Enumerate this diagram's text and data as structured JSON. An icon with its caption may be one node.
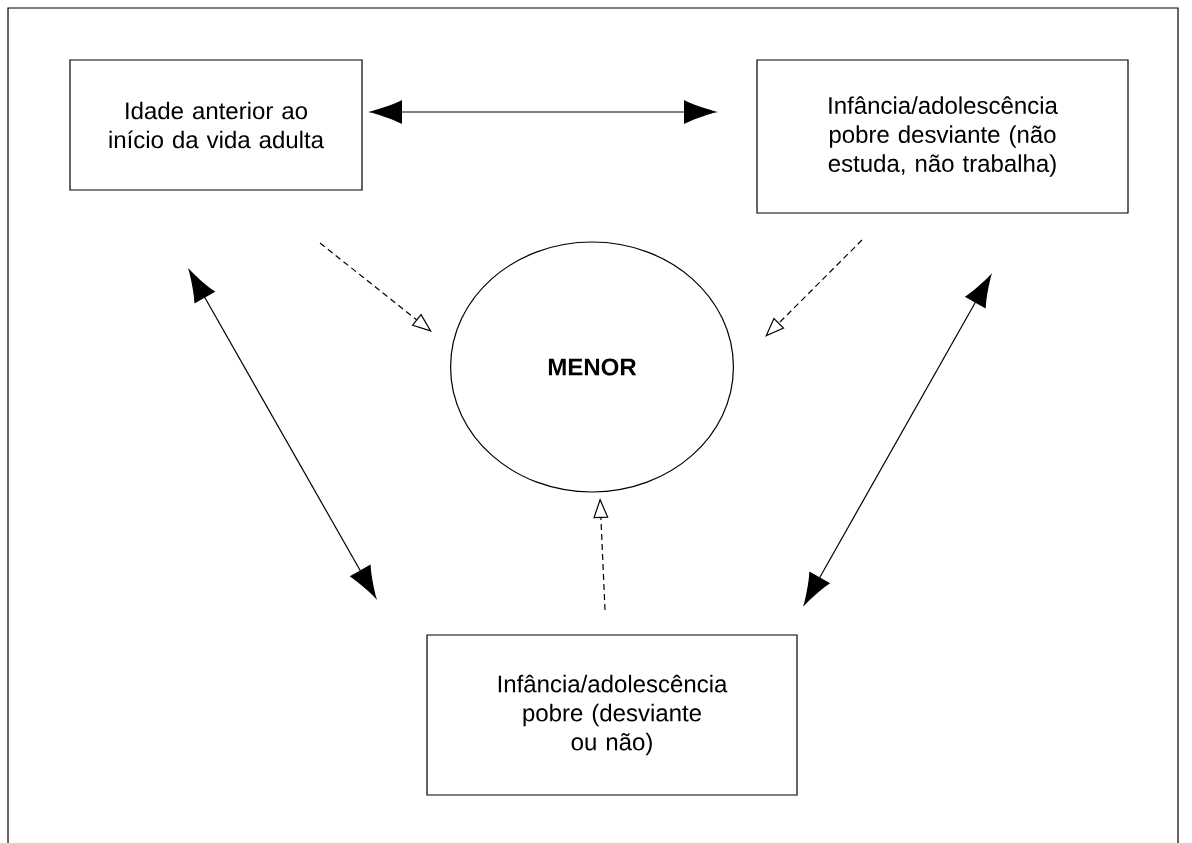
{
  "diagram": {
    "nodes": [
      {
        "text": [
          "Idade anterior ao início da vida adulta"
        ]
      },
      {
        "text": [
          "Infância/adolescência pobre desviante (não estuda, não trabalha)"
        ]
      },
      {
        "text": [
          "MENOR"
        ]
      },
      {
        "text": [
          "Infância/adolescência pobre (desviante ou não)"
        ]
      }
    ],
    "edges": [
      {
        "from": 0,
        "to": 1,
        "arrow": "both"
      },
      {
        "from": 0,
        "to": 2,
        "arrow": "to",
        "style": "dashed"
      },
      {
        "from": 1,
        "to": 2,
        "arrow": "to",
        "style": "dashed"
      },
      {
        "from": 3,
        "to": 2,
        "arrow": "to",
        "style": "dashed"
      },
      {
        "from": 0,
        "to": 3,
        "arrow": "both"
      },
      {
        "from": 1,
        "to": 3,
        "arrow": "both"
      }
    ]
  }
}
